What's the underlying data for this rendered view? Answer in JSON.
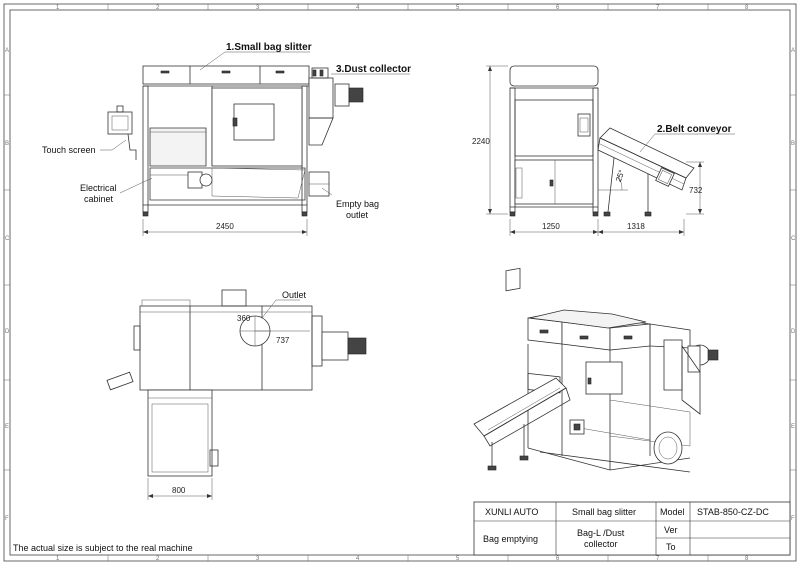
{
  "labels": {
    "slitter": "1.Small bag slitter",
    "dust": "3.Dust collector",
    "touch": "Touch screen",
    "cab1": "Electrical",
    "cab2": "cabinet",
    "empty1": "Empty bag",
    "empty2": "outlet",
    "belt": "2.Belt conveyor",
    "outlet": "Outlet"
  },
  "dimensions": {
    "w2450": "2450",
    "h2240": "2240",
    "w1250": "1250",
    "w1318": "1318",
    "h732": "732",
    "angle": "25°",
    "d360": "360",
    "d737": "737",
    "w800": "800"
  },
  "frame": {
    "cols": [
      "1",
      "2",
      "3",
      "4",
      "5",
      "6",
      "7",
      "8"
    ],
    "rows": [
      "A",
      "B",
      "C",
      "D",
      "E",
      "F"
    ]
  },
  "note": "The actual size is subject to the real machine",
  "title_block": {
    "company": "XUNLI AUTO",
    "product": "Small bag slitter",
    "model_label": "Model",
    "model_value": "STAB-850-CZ-DC",
    "function": "Bag emptying",
    "desc1": "Bag-L /Dust",
    "desc2": "collector",
    "ver_label": "Ver",
    "to_label": "To"
  }
}
